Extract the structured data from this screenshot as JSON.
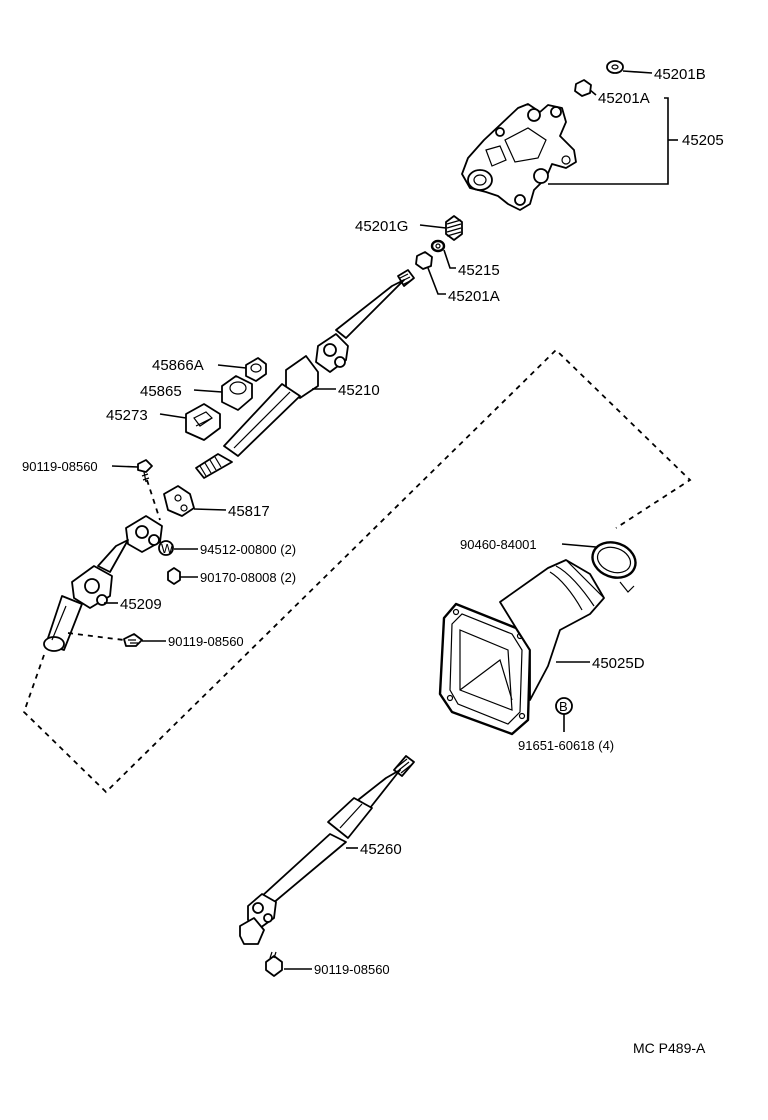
{
  "diagram": {
    "labels": {
      "p45201B": "45201B",
      "p45201A_top": "45201A",
      "p45205": "45205",
      "p45201G": "45201G",
      "p45215": "45215",
      "p45201A_mid": "45201A",
      "p45866A": "45866A",
      "p45865": "45865",
      "p45210": "45210",
      "p45273": "45273",
      "p90119_top": "90119-08560",
      "p45817": "45817",
      "p94512": "94512-00800 (2)",
      "p90170": "90170-08008 (2)",
      "p45209": "45209",
      "p90119_mid": "90119-08560",
      "p90460": "90460-84001",
      "p45025D": "45025D",
      "p91651": "91651-60618 (4)",
      "p45260": "45260",
      "p90119_bot": "90119-08560"
    },
    "symbols": {
      "washer_mark": "W",
      "nut_mark": "B"
    },
    "reference": "MC P489-A"
  }
}
